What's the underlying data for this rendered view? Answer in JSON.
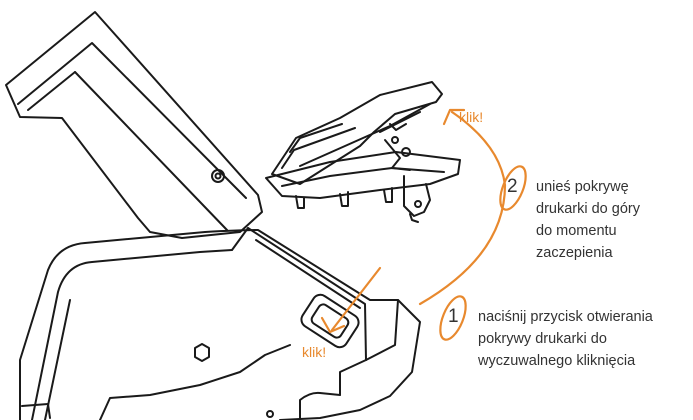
{
  "colors": {
    "accent": "#e8892e",
    "text": "#333333",
    "line": "#1a1a1a"
  },
  "callouts": {
    "klik_top": "klik!",
    "klik_bottom": "klik!"
  },
  "steps": [
    {
      "number": "1",
      "lines": [
        "naciśnij przycisk otwierania",
        "pokrywy drukarki do",
        "wyczuwalnego kliknięcia"
      ]
    },
    {
      "number": "2",
      "lines": [
        "unieś pokrywę",
        "drukarki do góry",
        "do momentu",
        "zaczepienia"
      ]
    }
  ],
  "icons": {
    "device": "pos-terminal-illustration",
    "button_arrow": "arrow-press-icon",
    "lift_arrow": "curved-arrow-up-icon"
  }
}
